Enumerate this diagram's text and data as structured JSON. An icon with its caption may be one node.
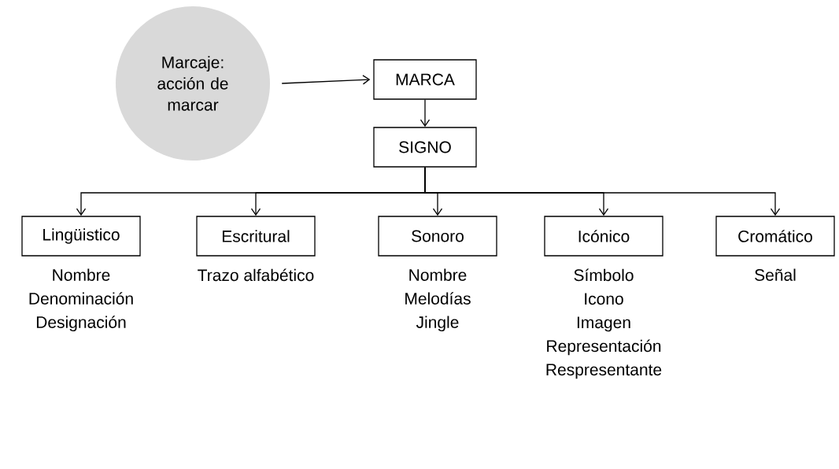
{
  "diagram": {
    "nodes": [
      {
        "text": [
          "Marcaje: acción de marcar"
        ]
      },
      {
        "text": [
          "MARCA"
        ]
      },
      {
        "text": [
          "SIGNO"
        ]
      },
      {
        "text": [
          "Lingüistico"
        ],
        "beside": [
          "Nombre",
          "Denominación",
          "Designación"
        ]
      },
      {
        "text": [
          "Escritural"
        ],
        "beside": [
          "Trazo alfabético"
        ]
      },
      {
        "text": [
          "Sonoro"
        ],
        "beside": [
          "Nombre",
          "Melodías",
          "Jingle"
        ]
      },
      {
        "text": [
          "Icónico"
        ],
        "beside": [
          "Símbolo",
          "Icono",
          "Imagen",
          "Representación",
          "Respresentante"
        ]
      },
      {
        "text": [
          "Cromático"
        ],
        "beside": [
          "Señal"
        ]
      }
    ],
    "edges": [
      {
        "from": 0,
        "to": 1,
        "arrow": "to"
      },
      {
        "from": 1,
        "to": 2,
        "arrow": "to"
      },
      {
        "from": 2,
        "to": 3,
        "arrow": "to"
      },
      {
        "from": 2,
        "to": 4,
        "arrow": "to"
      },
      {
        "from": 2,
        "to": 5,
        "arrow": "to"
      },
      {
        "from": 2,
        "to": 6,
        "arrow": "to"
      },
      {
        "from": 2,
        "to": 7,
        "arrow": "to"
      }
    ]
  }
}
